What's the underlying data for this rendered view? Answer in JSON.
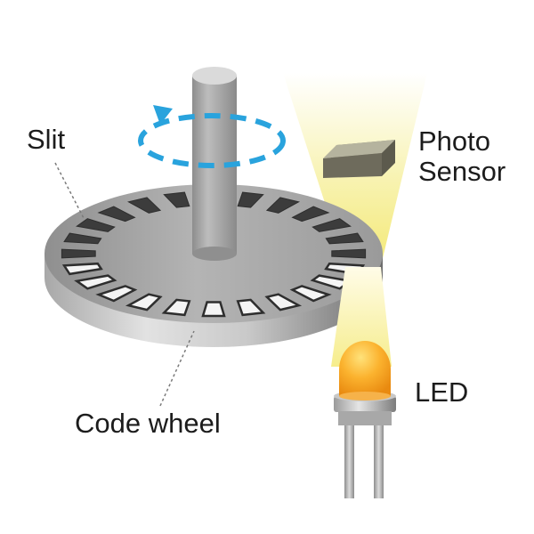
{
  "labels": {
    "slit": "Slit",
    "photo_sensor_line1": "Photo",
    "photo_sensor_line2": "Sensor",
    "led": "LED",
    "code_wheel": "Code wheel"
  },
  "colors": {
    "rotation_arrow": "#29a3dd",
    "light_beam": "#f7f1a8",
    "led_body": "#f8a21c",
    "wheel_top": "#a9a9a9",
    "wheel_side": "#7d7d7d",
    "sensor_body": "#7a7764",
    "leader_line": "#7a7a7a"
  },
  "components": {
    "slit_count": 24,
    "rotation_direction": "counterclockwise"
  }
}
